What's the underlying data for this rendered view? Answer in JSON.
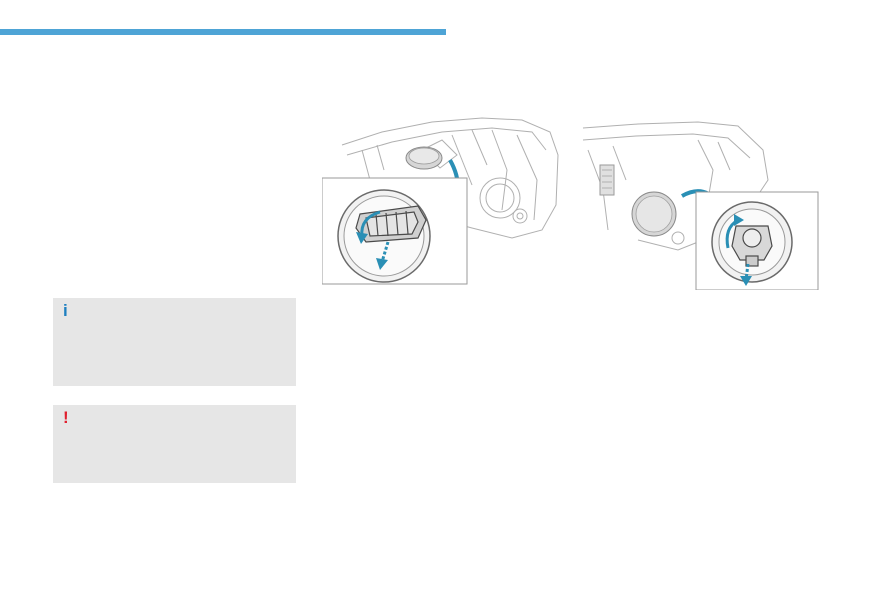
{
  "page": {
    "accent_color": "#4ea4d6",
    "info_color": "#1e7fc0",
    "warning_color": "#e0202f",
    "box_background": "#e6e6e6"
  },
  "notes": {
    "info": {
      "icon": "info-icon",
      "glyph": "i"
    },
    "warning": {
      "icon": "exclamation-icon",
      "glyph": "!"
    }
  },
  "illustrations": [
    {
      "id": "cover-removal",
      "icon": "headlamp-cover-illustration"
    },
    {
      "id": "bulb-holder-removal",
      "icon": "bulb-holder-illustration"
    }
  ]
}
